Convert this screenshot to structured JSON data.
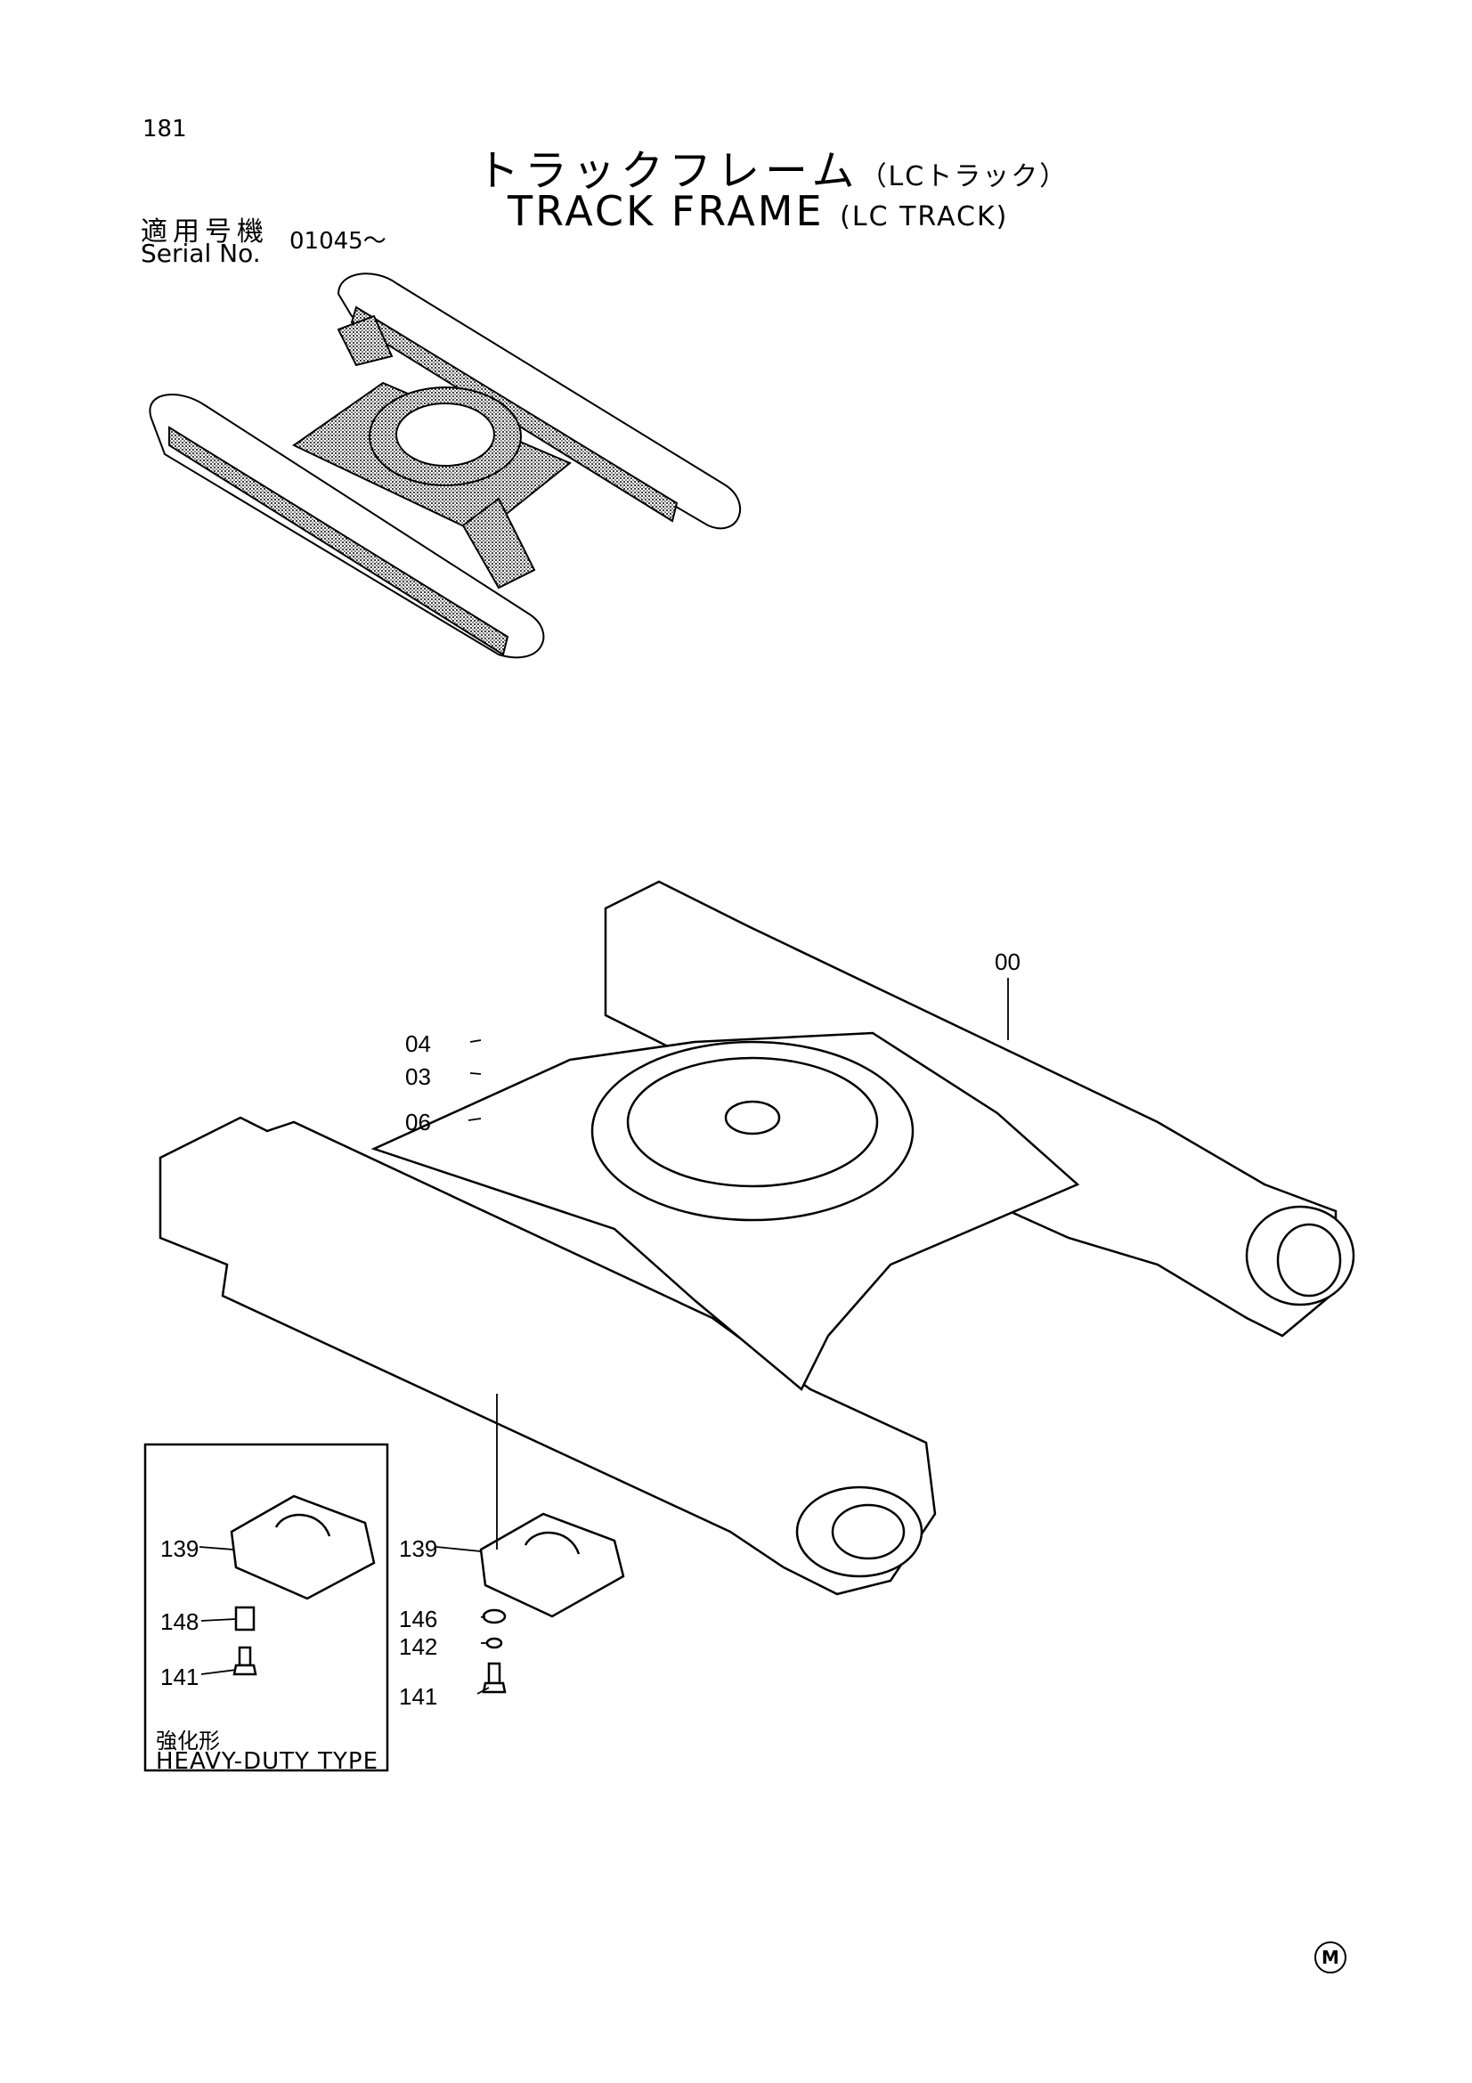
{
  "page": {
    "number": "181"
  },
  "title": {
    "jp_main": "トラックフレーム",
    "jp_sub": "（LCトラック）",
    "en_main": "TRACK FRAME",
    "en_sub": "(LC TRACK)"
  },
  "serial": {
    "jp_label": "適用号機",
    "en_label": "Serial No.",
    "range": "01045～"
  },
  "callouts": {
    "c00": "00",
    "c04": "04",
    "c03": "03",
    "c06": "06",
    "c139": "139",
    "c146": "146",
    "c142": "142",
    "c141": "141"
  },
  "inset": {
    "c139": "139",
    "c148": "148",
    "c141": "141",
    "label_jp": "強化形",
    "label_en": "HEAVY-DUTY TYPE"
  },
  "mark": "M"
}
